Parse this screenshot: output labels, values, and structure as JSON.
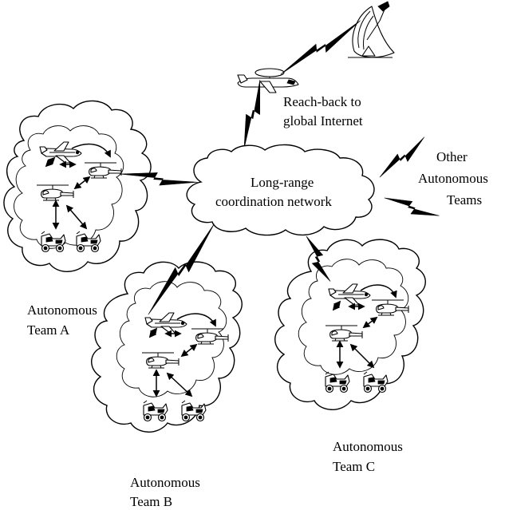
{
  "labels": {
    "reachback_line1": "Reach-back to",
    "reachback_line2": "global Internet",
    "network_line1": "Long-range",
    "network_line2": "coordination network",
    "other_line1": "Other",
    "other_line2": "Autonomous",
    "other_line3": "Teams",
    "team_a_line1": "Autonomous",
    "team_a_line2": "Team A",
    "team_b_line1": "Autonomous",
    "team_b_line2": "Team B",
    "team_c_line1": "Autonomous",
    "team_c_line2": "Team C"
  },
  "colors": {
    "ink": "#000000",
    "paper": "#ffffff"
  },
  "icons": [
    "satellite-dish-icon",
    "awacs-aircraft-icon",
    "airplane-icon",
    "helicopter-icon",
    "ground-robot-icon",
    "lightning-link-icon",
    "double-arrow-icon"
  ]
}
